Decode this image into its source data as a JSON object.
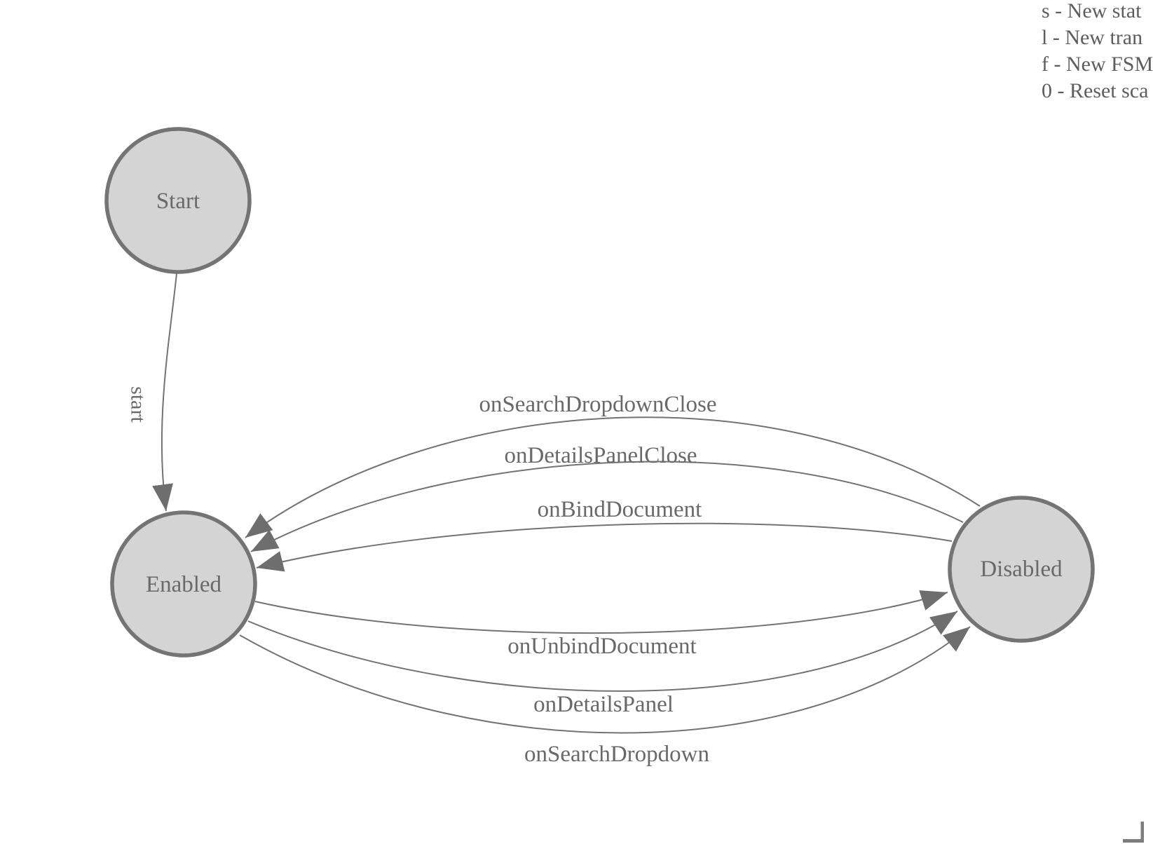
{
  "legend": {
    "lines": [
      "s - New stat",
      "l - New tran",
      "f - New FSM",
      "0 - Reset sca"
    ]
  },
  "nodes": [
    {
      "id": "start",
      "label": "Start"
    },
    {
      "id": "enabled",
      "label": "Enabled"
    },
    {
      "id": "disabled",
      "label": "Disabled"
    }
  ],
  "edges": [
    {
      "from": "Start",
      "to": "Enabled",
      "label": "start"
    },
    {
      "from": "Disabled",
      "to": "Enabled",
      "label": "onSearchDropdownClose"
    },
    {
      "from": "Disabled",
      "to": "Enabled",
      "label": "onDetailsPanelClose"
    },
    {
      "from": "Disabled",
      "to": "Enabled",
      "label": "onBindDocument"
    },
    {
      "from": "Enabled",
      "to": "Disabled",
      "label": "onUnbindDocument"
    },
    {
      "from": "Enabled",
      "to": "Disabled",
      "label": "onDetailsPanel"
    },
    {
      "from": "Enabled",
      "to": "Disabled",
      "label": "onSearchDropdown"
    }
  ],
  "colors": {
    "canvas_bg": "#ffffff",
    "node_fill": "#d4d4d4",
    "node_stroke": "#747474",
    "edge_stroke": "#737373",
    "arrow_fill": "#6e6e6e",
    "label_text": "#696969",
    "legend_text": "#5d5d5d",
    "frame": "#7d7d7d"
  }
}
